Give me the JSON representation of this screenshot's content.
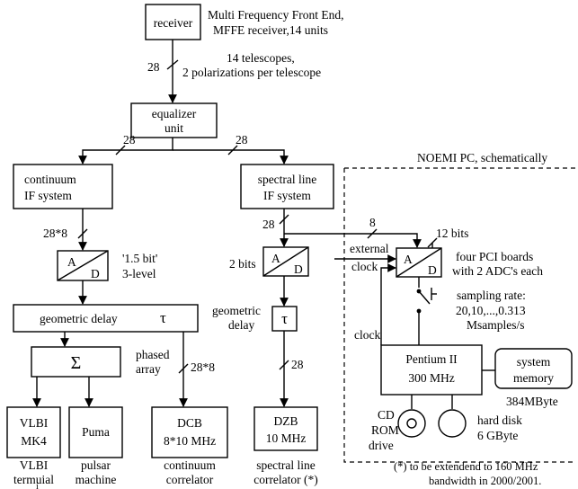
{
  "blocks": {
    "receiver": "receiver",
    "receiver_note_1": "Multi Frequency Front End,",
    "receiver_note_2": "MFFE receiver,14 units",
    "telescopes_1": "14 telescopes,",
    "telescopes_2": "2 polarizations per telescope",
    "equalizer_1": "equalizer",
    "equalizer_2": "unit",
    "continuum_1": "continuum",
    "continuum_2": "IF system",
    "spectral_1": "spectral line",
    "spectral_2": "IF system",
    "adc_a": "A",
    "adc_d": "D",
    "adc_note_1": "'1.5 bit'",
    "adc_note_2": "3-level",
    "two_bits": "2 bits",
    "geo_delay": "geometric delay",
    "tau": "τ",
    "geo_delay_small_1": "geometric",
    "geo_delay_small_2": "delay",
    "sigma": "Σ",
    "phased_1": "phased",
    "phased_2": "array",
    "vlbi_1": "VLBI",
    "vlbi_2": "MK4",
    "puma": "Puma",
    "dcb_1": "DCB",
    "dcb_2": "8*10 MHz",
    "dzb_1": "DZB",
    "dzb_2": "10 MHz"
  },
  "bus_widths": {
    "receiver_out": "28",
    "eq_left": "28",
    "eq_right": "28",
    "cont_out": "28*8",
    "corr_in": "28*8",
    "spec_out": "28",
    "spec_to_pc": "8",
    "adc_bits": "12 bits",
    "dzb_in": "28"
  },
  "bottom_labels": {
    "vlbi_1": "VLBI",
    "vlbi_2": "termuial",
    "vlbi_mark": "i",
    "pulsar_1": "pulsar",
    "pulsar_2": "machine",
    "cont_1": "continuum",
    "cont_2": "correlator",
    "spec_1": "spectral line",
    "spec_2": "correlator  (*)"
  },
  "pc": {
    "title": "NOEMI PC, schematically",
    "external_1": "external",
    "external_2": "clock",
    "pci_1": "four PCI boards",
    "pci_2": "with 2 ADC's each",
    "sampling_1": "sampling rate:",
    "sampling_2": "20,10,...,0.313",
    "sampling_3": "Msamples/s",
    "clock": "clock",
    "cpu_1": "Pentium II",
    "cpu_2": "300 MHz",
    "mem_1": "system",
    "mem_2": "memory",
    "mem_size": "384MByte",
    "cd_1": "CD",
    "cd_2": "ROM",
    "cd_3": "drive",
    "hd_1": "hard disk",
    "hd_2": "6 GByte"
  },
  "footnote": {
    "line1": "(*) to be extendend to 160 MHz",
    "line2": "bandwidth in 2000/2001."
  }
}
